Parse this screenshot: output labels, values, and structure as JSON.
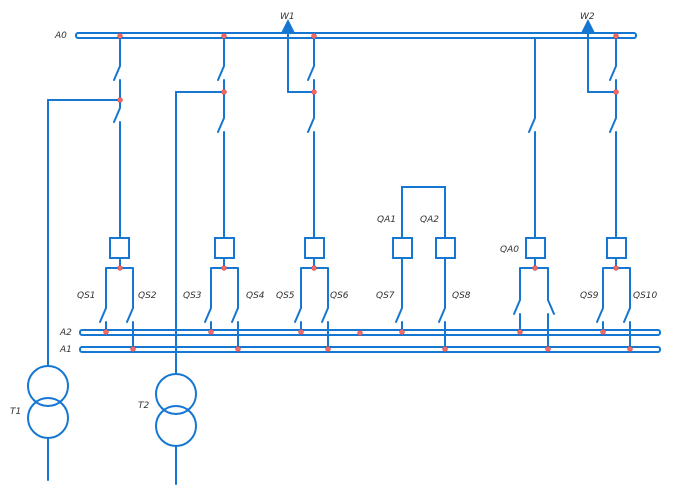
{
  "colors": {
    "line": "#1677d2",
    "node": "#f06868",
    "label": "#333333",
    "background": "#ffffff"
  },
  "buses": {
    "main": "A0",
    "upper": "A2",
    "lower": "A1"
  },
  "lines": [
    "W1",
    "W2"
  ],
  "transformers": [
    "T1",
    "T2"
  ],
  "sections": [
    "QS1",
    "QS2",
    "QS3",
    "QS4",
    "QS5",
    "QS6",
    "QS7",
    "QS8",
    "QS9",
    "QS10"
  ],
  "couplers": [
    "QA1",
    "QA2",
    "QA0"
  ]
}
